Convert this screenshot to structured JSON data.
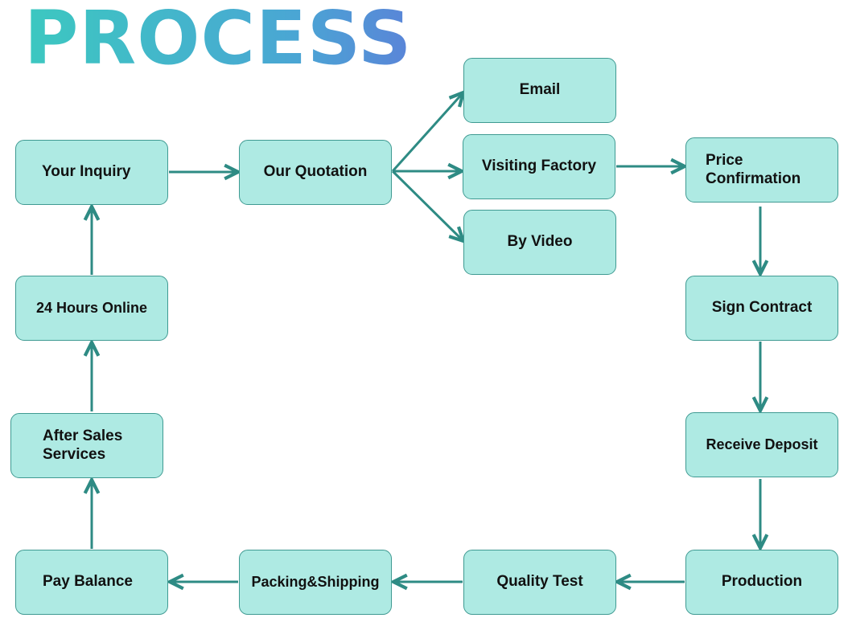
{
  "title": "PROCESS",
  "colors": {
    "node_fill": "#aeeae3",
    "node_border": "#3f9a92",
    "arrow": "#2e8b84"
  },
  "nodes": {
    "your_inquiry": "Your Inquiry",
    "our_quotation": "Our Quotation",
    "email": "Email",
    "visiting_factory": "Visiting Factory",
    "by_video": "By Video",
    "price_confirmation": "Price\nConfirmation",
    "sign_contract": "Sign Contract",
    "receive_deposit": "Receive Deposit",
    "production": "Production",
    "quality_test": "Quality Test",
    "packing_shipping": "Packing&Shipping",
    "pay_balance": "Pay Balance",
    "after_sales": "After Sales\nServices",
    "hours_online": "24 Hours Online"
  }
}
